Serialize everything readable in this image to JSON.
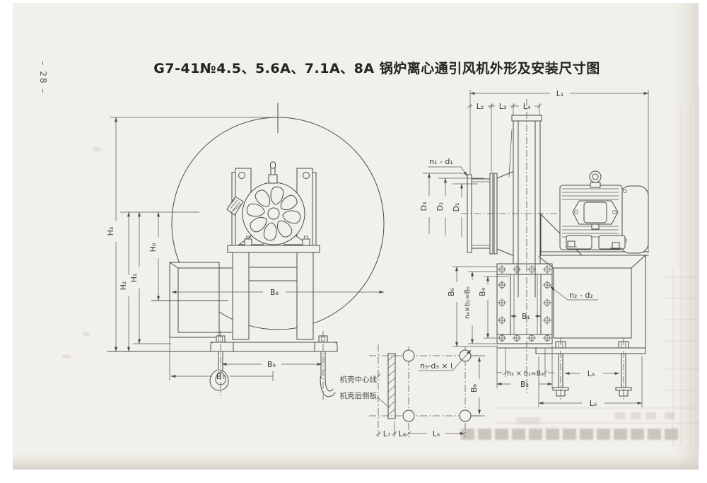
{
  "page": {
    "number": "– 28 –",
    "title": "G7-41№4.5、5.6A、7.1A、8A 锅炉离心通引风机外形及安装尺寸图"
  },
  "front_view": {
    "h0": "H₀",
    "h1": "H₁",
    "h2": "H₂",
    "h3": "H₃",
    "b7": "B₇",
    "b8": "B₈",
    "b9": "B₉"
  },
  "side_view": {
    "l1": "L₁",
    "l2": "L₂",
    "l3": "L₃",
    "l4": "L₄",
    "l5": "L₅",
    "l6": "L₆",
    "d1": "D₁",
    "d2": "D₂",
    "d3": "D₃",
    "b1": "B₁",
    "b3": "B₃",
    "b4": "B₄",
    "b6": "B₆",
    "n1_d1": "n₁ - d₁",
    "n2_d2": "n₂ - d₂",
    "n3_b1_b2": "n₃ × b₁=B₂",
    "n4_b2_b5": "n₄×b₂=B₅"
  },
  "base_detail": {
    "b9": "B₉",
    "l5": "L₅",
    "l7": "L₇",
    "l8": "L₈",
    "n5_d3_l": "n₅-d₃ × l",
    "centerline_label": "机壳中心线",
    "back_plate_label": "机壳后侧板"
  }
}
